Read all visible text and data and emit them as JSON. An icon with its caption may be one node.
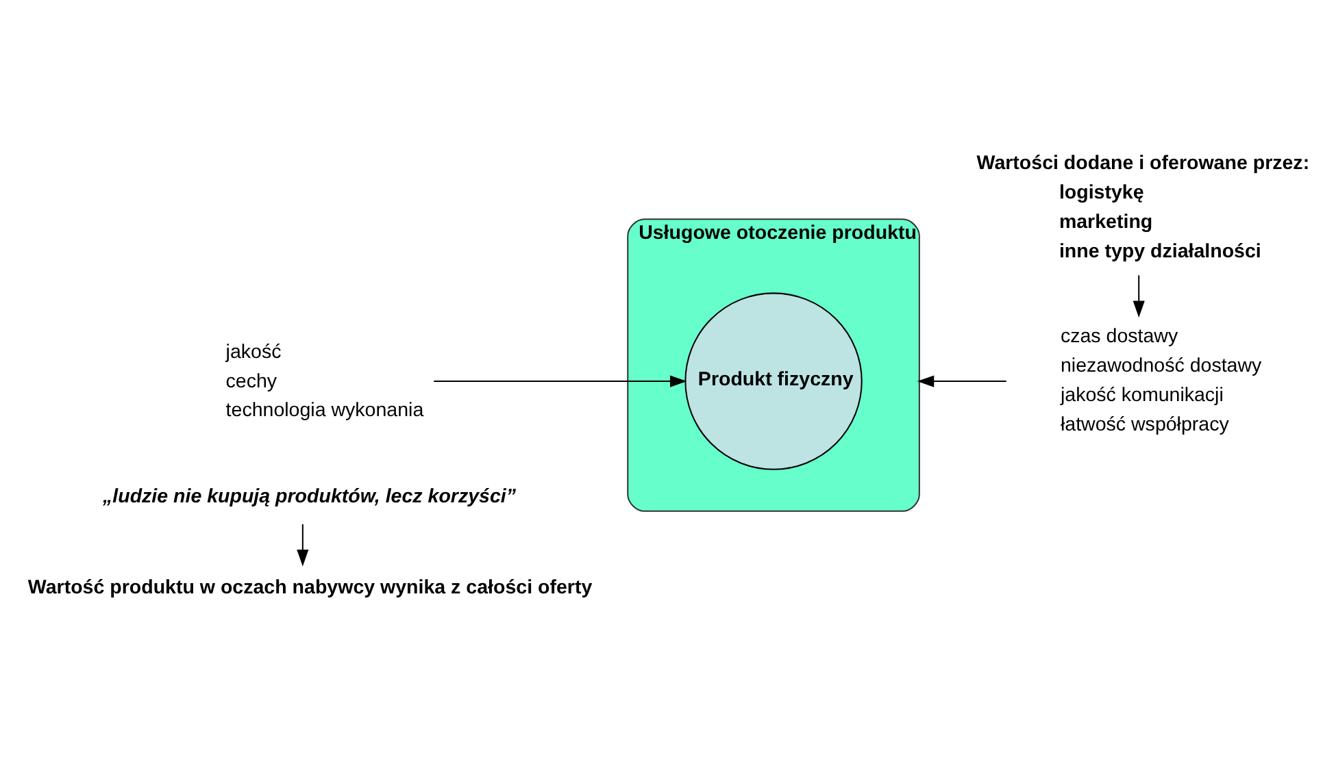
{
  "diagram": {
    "nodes": [
      {
        "text": [
          "„ludzie nie kupują produktów, lecz korzyści”"
        ]
      },
      {
        "text": [
          "Wartość produktu w oczach nabywcy wynika z całości oferty"
        ]
      },
      {
        "text": [
          "Usługowe otoczenie produktu"
        ]
      },
      {
        "text": [
          "Produkt fizyczny"
        ],
        "in": 2
      },
      {
        "text": [
          "jakość",
          "cechy",
          "technologia wykonania"
        ]
      },
      {
        "text": [
          "czas dostawy",
          "niezawodność dostawy",
          "jakość komunikacji",
          "łatwość współpracy"
        ]
      },
      {
        "text": [
          "Wartości dodane i oferowane przez:",
          "logistykę",
          "marketing",
          "inne typy działalności"
        ]
      }
    ],
    "edges": [
      {
        "from": 0,
        "to": 1,
        "arrow": "to"
      },
      {
        "from": 4,
        "to": 3,
        "arrow": "to"
      },
      {
        "from": 5,
        "to": 2,
        "arrow": "to"
      },
      {
        "from": 6,
        "to": 5,
        "arrow": "to"
      }
    ]
  }
}
